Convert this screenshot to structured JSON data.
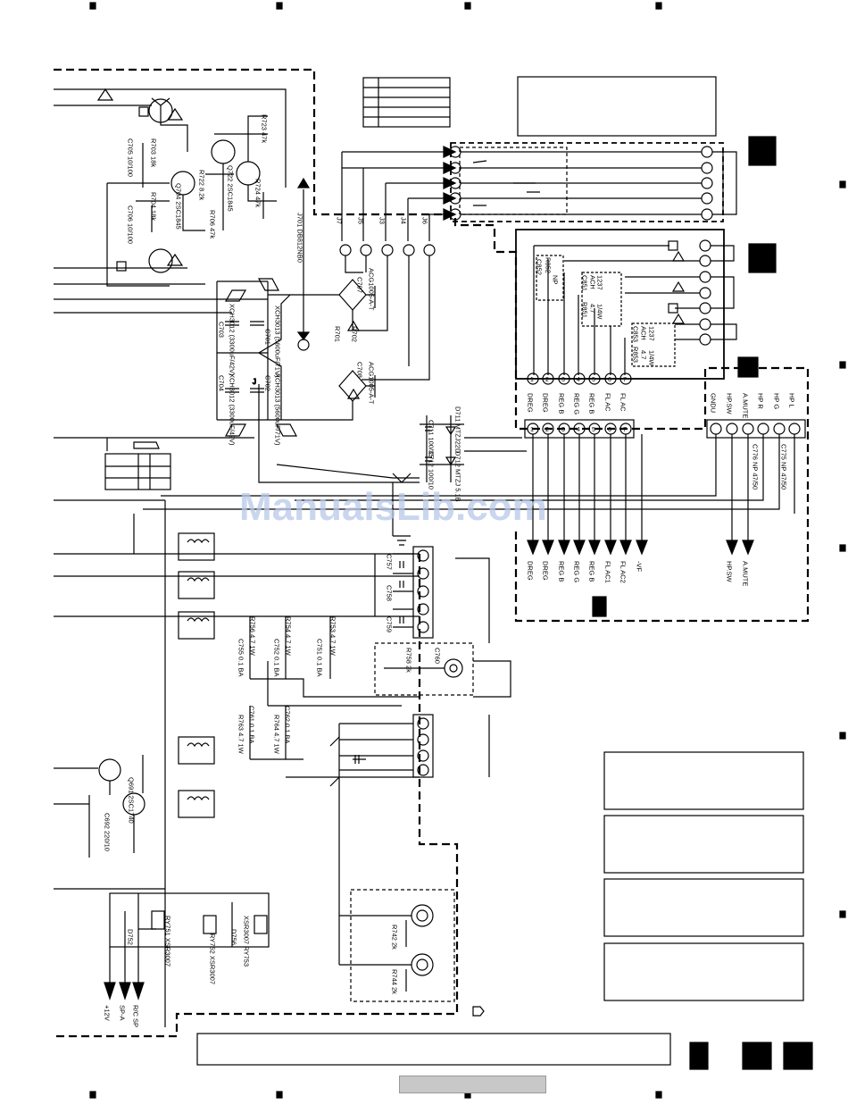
{
  "watermark": "ManualsLib.com",
  "tr_labels": {
    "rect_ref": "J701 DB812NB0",
    "jacks": [
      "J7",
      "J5",
      "J3",
      "J4",
      "J6"
    ],
    "transistors": [
      "Q704 2SC1845",
      "Q722 2SC1845"
    ],
    "resistors": [
      "R703 18k",
      "R704 18k",
      "R722 8.2k",
      "R724 47k",
      "R723 47k",
      "R706 47k"
    ],
    "caps": [
      "C705 10/100",
      "C706 10/100"
    ]
  },
  "psu": {
    "caps": [
      "C703",
      "C701",
      "C704",
      "C702"
    ],
    "cap_values": [
      "XCH3012 (3300uF/42V)",
      "XCH3013 (5600uF/71V)",
      "XCH3012 (3300uF/42V)",
      "XCH3013 (5600uF/71V)"
    ],
    "bridges": [
      "C707",
      "C708"
    ],
    "bridge_parts": [
      "ACG1005-A-T",
      "ACG1005-A-T"
    ],
    "fuse": [
      "R701",
      "R702"
    ]
  },
  "zener": {
    "items": [
      "C711 100/35",
      "C712 100/10",
      "D711 MTZJ22D",
      "D712 MTZJ 5.1B"
    ]
  },
  "fl_block": {
    "labels": [
      "C852",
      "R852",
      "NP",
      "C851",
      "ACH",
      "1237",
      "R851",
      "4.7",
      "1/4W",
      "C853",
      "ACH",
      "1237",
      "R853",
      "4.7",
      "1/4W"
    ]
  },
  "conn_left": {
    "pins": [
      "1",
      "2",
      "3",
      "4",
      "5",
      "6",
      "7"
    ],
    "labels": [
      "DREG",
      "DREG",
      "REG B",
      "REG G",
      "REG B",
      "FL AC",
      "FL AC"
    ]
  },
  "conn_right": {
    "labels": [
      "GNDU",
      "HP.SW",
      "A.MUTE",
      "HP R",
      "HP G",
      "HP L"
    ],
    "parts": [
      "C776 NP 47/50",
      "C775 NP 47/50"
    ]
  },
  "output_arrows": {
    "left": [
      "DREG",
      "DREG",
      "REG B",
      "REG G",
      "REG B",
      "FL AC1",
      "FL AC2",
      "-VF"
    ],
    "right": [
      "HP.SW",
      "A.MUTE"
    ]
  },
  "amp_block": {
    "labels": [
      "C757",
      "C758",
      "C759",
      "R756 4.7 1W",
      "R754 4.7 1W",
      "R753 4.7 1W",
      "C755 0.1 BA",
      "C752 0.1 BA",
      "C751 0.1 BA",
      "R758 2k",
      "C760",
      "R763 4.7 1W",
      "R764 4.7 1W",
      "C761 0.1 BA",
      "C762 0.1 BA"
    ]
  },
  "lower_left": {
    "transistor": "Q691 2SC1740",
    "cap": "C692 220/10"
  },
  "relays": {
    "items": [
      "D752",
      "RY751 XSR3007",
      "RY752 XSR3007",
      "D756",
      "XSR3007 RY753"
    ]
  },
  "bottom_pins": [
    "+12V",
    "SP-A",
    "R/C SP"
  ],
  "phones": [
    "R742 2k",
    "R744 2k"
  ]
}
